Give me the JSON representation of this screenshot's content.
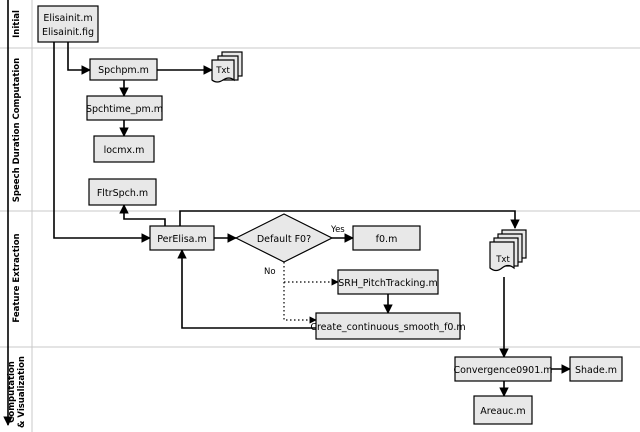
{
  "lanes": {
    "initial": "Initial",
    "speech": "Speech Duration Computation",
    "feature": "Feature Extraction",
    "visual_line1": "Computation",
    "visual_line2": "& Visualization"
  },
  "nodes": {
    "elisainit_line1": "Elisainit.m",
    "elisainit_line2": "Elisainit.fig",
    "spchpm": "Spchpm.m",
    "txt_top": "Txt",
    "spchtime": "Spchtime_pm.m",
    "locmx": "locmx.m",
    "fltrspch": "FltrSpch.m",
    "perelisa": "PerElisa.m",
    "decision": "Default F0?",
    "f0": "f0.m",
    "srh": "SRH_PitchTracking.m",
    "create": "Create_continuous_smooth_f0.m",
    "txt_right": "Txt",
    "convergence": "Convergence0901.m",
    "shade": "Shade.m",
    "areauc": "Areauc.m"
  },
  "labels": {
    "yes": "Yes",
    "no": "No"
  }
}
